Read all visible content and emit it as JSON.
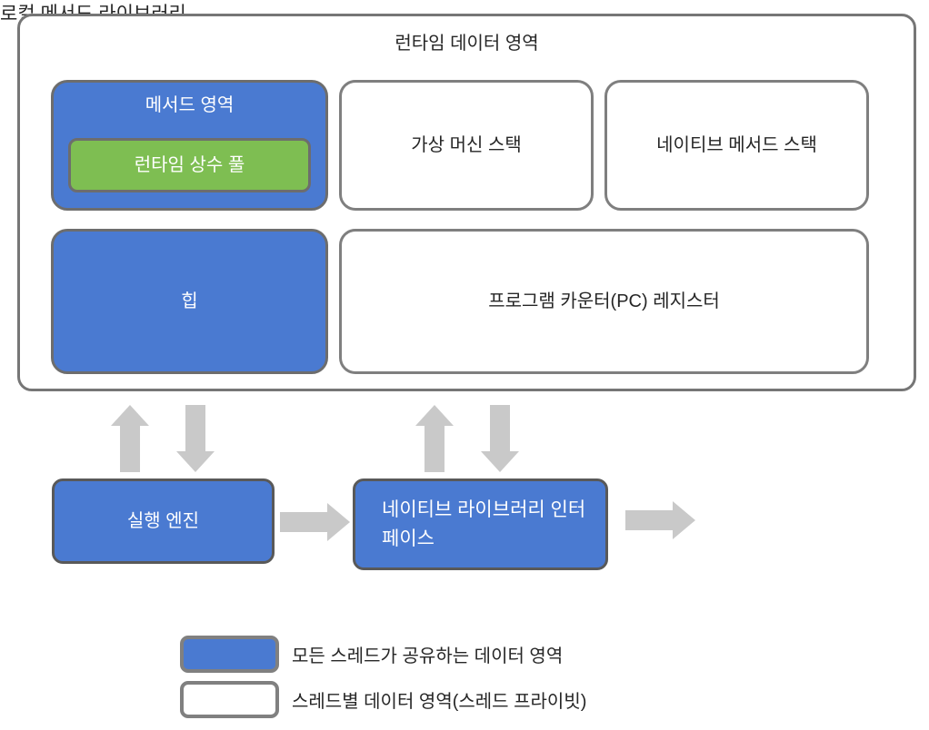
{
  "diagram": {
    "title": "런타임 데이터 영역",
    "boxes": {
      "method_area": "메서드 영역",
      "runtime_constant_pool": "런타임 상수 풀",
      "vm_stack": "가상 머신 스택",
      "native_method_stack": "네이티브 메서드 스택",
      "heap": "힙",
      "pc_register": "프로그램 카운터(PC) 레지스터",
      "execution_engine": "실행 엔진",
      "native_library_interface": "네이티브 라이브러리 인터페이스",
      "local_method_library": "로컬 메서드 라이브러리"
    },
    "legend": [
      {
        "swatch": "blue",
        "label": "모든 스레드가 공유하는 데이터 영역"
      },
      {
        "swatch": "white",
        "label": "스레드별 데이터 영역(스레드 프라이빗)"
      }
    ]
  },
  "colors": {
    "shared_fill": "#4A7AD1",
    "pool_fill": "#7EBE52",
    "private_fill": "#FFFFFF",
    "arrow": "#C9C9C9",
    "border": "#767676",
    "border_dark": "#595959"
  }
}
